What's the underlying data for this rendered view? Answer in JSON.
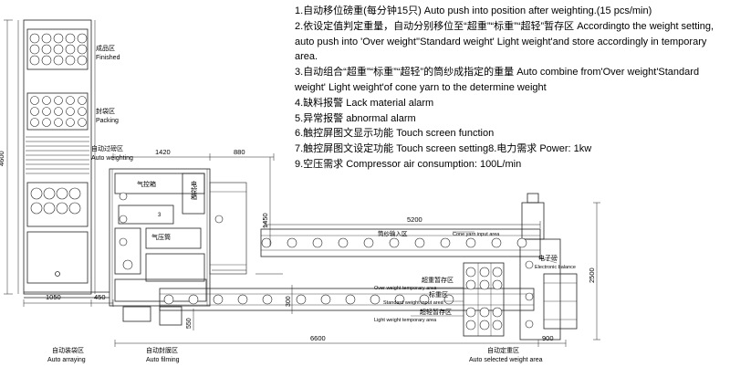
{
  "notes": [
    "1.自动移位磅重(每分钟15只) Auto push into position after weighting.(15 pcs/min)",
    "2.依设定值判定重量，自动分别移位至“超重”“标重”“超轻”暂存区 Accordingto the weight setting, auto push into 'Over weight''Standard weight' Light weight'and store accordingly in temporary area.",
    "3.自动组合“超重”“标重”“超轻”的筒纱成指定的重量 Auto combine from'Over weight'Standard weight' Light weight'of cone yarn to the determine weight",
    "4.缺料报警 Lack material alarm",
    "5.异常报警 abnormal alarm",
    "6.触控屏图文显示功能 Touch screen function",
    "7.触控屏图文设定功能 Touch screen setting8.电力需求 Power: 1kw",
    "9.空压需求 Compressor air consumption: 100L/min"
  ],
  "zones": {
    "finished_cn": "成品区",
    "finished_en": "Finished",
    "packing_cn": "封袋区",
    "packing_en": "Packing",
    "auto_weighting_cn": "自动过磅区",
    "auto_weighting_en": "Auto weighting",
    "air_control_box": "气控箱",
    "electric_control_box": "电控箱",
    "air_cylinder": "气压筒",
    "cone_yarn_input_cn": "筒纱输入区",
    "cone_yarn_input_en": "Cone yarn input area",
    "electronic_balance_cn": "电子磅",
    "electronic_balance_en": "Electronic balance",
    "over_weight_cn": "超重暂存区",
    "over_weight_en": "Over weight temporary area",
    "standard_weight_cn": "标重区",
    "standard_weight_en": "Standard weight input area",
    "light_weight_cn": "超轻暂存区",
    "light_weight_en": "Light weight temporary area",
    "auto_arraying_cn": "自动装袋区",
    "auto_arraying_en": "Auto arraying",
    "auto_filming_cn": "自动封膜区",
    "auto_filming_en": "Auto filming",
    "auto_selected_cn": "自动定重区",
    "auto_selected_en": "Auto selected weight area"
  },
  "dimensions": {
    "d4600": "4600",
    "d1420": "1420",
    "d880": "880",
    "d1450": "1450",
    "d5200": "5200",
    "d2500": "2500",
    "d1050": "1050",
    "d450": "450",
    "d300": "300",
    "d550": "550",
    "d6600": "6600",
    "d900": "900"
  },
  "markers": {
    "m3": "3"
  }
}
